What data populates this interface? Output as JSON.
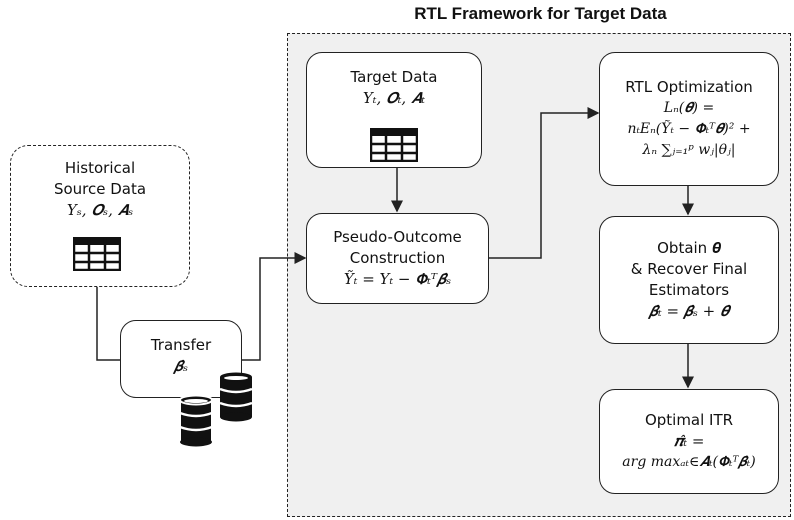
{
  "title": "RTL Framework for Target Data",
  "source": {
    "lines": [
      "Historical",
      "Source Data"
    ],
    "vars": "Yₛ, 𝑶ₛ, 𝑨ₛ"
  },
  "transfer": {
    "label": "Transfer",
    "expr": "𝜷̂ₛ"
  },
  "target": {
    "label": "Target Data",
    "vars": "Yₜ, 𝑶ₜ, 𝑨ₜ"
  },
  "pseudo": {
    "lines": [
      "Pseudo-Outcome",
      "Construction"
    ],
    "expr": "Ỹₜ = Yₜ − 𝚽ₜᵀ𝜷̂ₛ"
  },
  "rtl": {
    "label": "RTL Optimization",
    "lines": [
      "Lₙ(𝜽) =",
      "nₜEₙ(Ỹₜ − 𝚽ₜᵀ𝜽)² +",
      "λₙ ∑ⱼ₌₁ᵖ wⱼ|θⱼ|"
    ]
  },
  "obtain": {
    "lines": [
      "Obtain 𝜽̂",
      "& Recover Final",
      "Estimators"
    ],
    "expr": "𝜷̂ₜ = 𝜷̂ₛ + 𝜽̂"
  },
  "itr": {
    "label": "Optimal ITR",
    "lines": [
      "𝝅̂ₜ =",
      "arg maxₐₜ∈𝑨ₜ(𝚽ₜᵀ𝜷̂ₜ)"
    ]
  },
  "icons": [
    "table-icon",
    "database-icon"
  ]
}
